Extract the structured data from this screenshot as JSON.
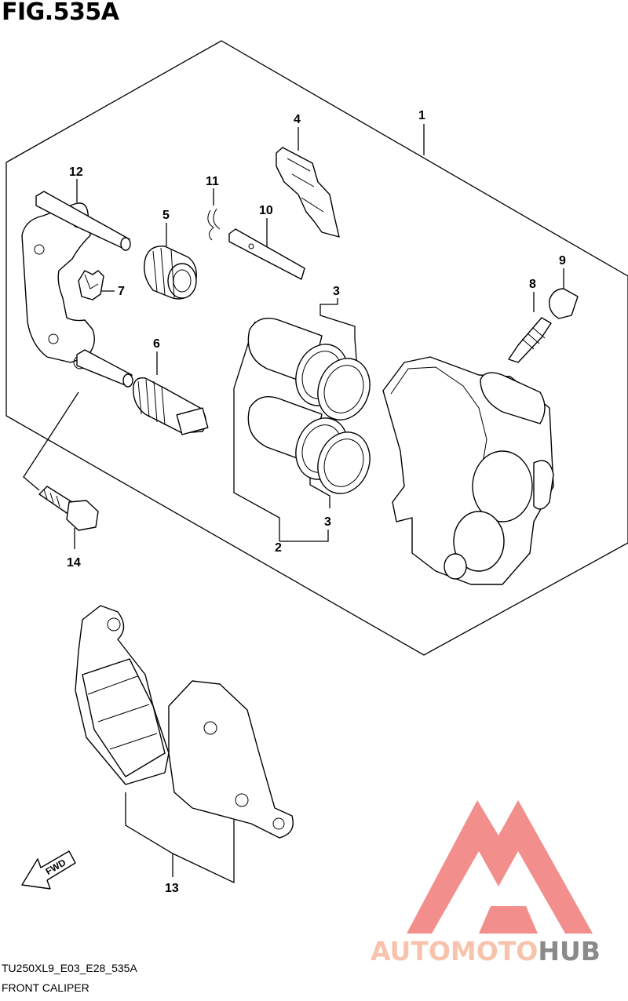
{
  "figure": {
    "title": "FIG.535A",
    "model_code": "TU250XL9_E03_E28_535A",
    "caption": "FRONT CALIPER",
    "direction_label": "FWD"
  },
  "callouts": [
    {
      "id": "c1",
      "label": "1"
    },
    {
      "id": "c2",
      "label": "2"
    },
    {
      "id": "c3a",
      "label": "3"
    },
    {
      "id": "c3b",
      "label": "3"
    },
    {
      "id": "c4",
      "label": "4"
    },
    {
      "id": "c5",
      "label": "5"
    },
    {
      "id": "c6",
      "label": "6"
    },
    {
      "id": "c7",
      "label": "7"
    },
    {
      "id": "c8",
      "label": "8"
    },
    {
      "id": "c9",
      "label": "9"
    },
    {
      "id": "c10",
      "label": "10"
    },
    {
      "id": "c11",
      "label": "11"
    },
    {
      "id": "c12",
      "label": "12"
    },
    {
      "id": "c13",
      "label": "13"
    },
    {
      "id": "c14",
      "label": "14"
    }
  ],
  "watermark": {
    "text_part1": "AUTOMOTO",
    "text_part2": "HUB",
    "color_primary": "#f07a78",
    "color_text1": "#f7c3ac",
    "color_text2": "#8a8a8a"
  }
}
